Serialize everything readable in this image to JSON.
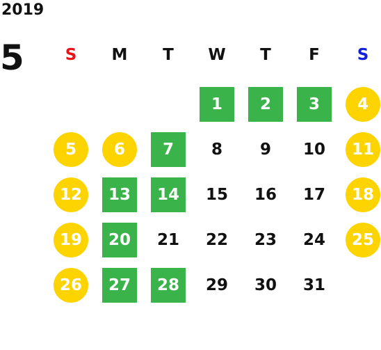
{
  "calendar": {
    "year": "2019",
    "month": "5",
    "weekdays": [
      "S",
      "M",
      "T",
      "W",
      "T",
      "F",
      "S"
    ],
    "weekday_colors": [
      "#e8141a",
      "#111111",
      "#111111",
      "#111111",
      "#111111",
      "#111111",
      "#1321d9"
    ],
    "leading_blank_days": 3,
    "days": [
      {
        "label": "1",
        "type": "green"
      },
      {
        "label": "2",
        "type": "green"
      },
      {
        "label": "3",
        "type": "green"
      },
      {
        "label": "4",
        "type": "yellow"
      },
      {
        "label": "5",
        "type": "yellow"
      },
      {
        "label": "6",
        "type": "yellow"
      },
      {
        "label": "7",
        "type": "green"
      },
      {
        "label": "8",
        "type": "plain"
      },
      {
        "label": "9",
        "type": "plain"
      },
      {
        "label": "10",
        "type": "plain"
      },
      {
        "label": "11",
        "type": "yellow"
      },
      {
        "label": "12",
        "type": "yellow"
      },
      {
        "label": "13",
        "type": "green"
      },
      {
        "label": "14",
        "type": "green"
      },
      {
        "label": "15",
        "type": "plain"
      },
      {
        "label": "16",
        "type": "plain"
      },
      {
        "label": "17",
        "type": "plain"
      },
      {
        "label": "18",
        "type": "yellow"
      },
      {
        "label": "19",
        "type": "yellow"
      },
      {
        "label": "20",
        "type": "green"
      },
      {
        "label": "21",
        "type": "plain"
      },
      {
        "label": "22",
        "type": "plain"
      },
      {
        "label": "23",
        "type": "plain"
      },
      {
        "label": "24",
        "type": "plain"
      },
      {
        "label": "25",
        "type": "yellow"
      },
      {
        "label": "26",
        "type": "yellow"
      },
      {
        "label": "27",
        "type": "green"
      },
      {
        "label": "28",
        "type": "green"
      },
      {
        "label": "29",
        "type": "plain"
      },
      {
        "label": "30",
        "type": "plain"
      },
      {
        "label": "31",
        "type": "plain"
      }
    ]
  },
  "colors": {
    "yellow_circle": "#fdd400",
    "green_square": "#3ab34a"
  }
}
